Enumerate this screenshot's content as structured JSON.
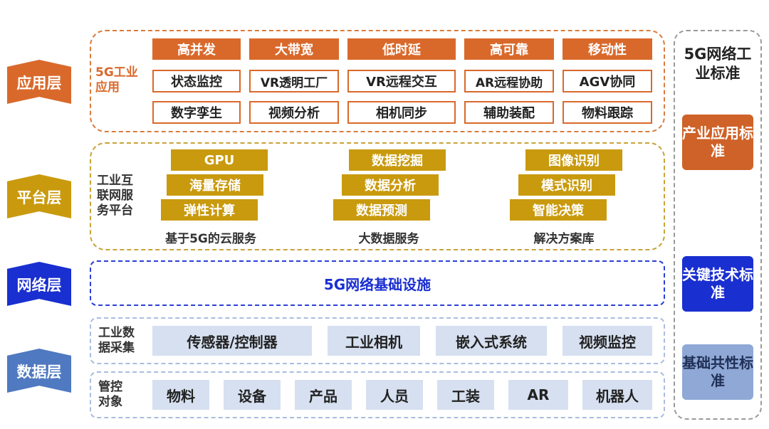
{
  "layers": {
    "app": "应用层",
    "platform": "平台层",
    "network": "网络层",
    "data": "数据层"
  },
  "app_layer": {
    "label": "5G工业应用",
    "headers": [
      "高并发",
      "大带宽",
      "低时延",
      "高可靠",
      "移动性"
    ],
    "row1": [
      "状态监控",
      "VR透明工厂",
      "VR远程交互",
      "AR远程协助",
      "AGV协同"
    ],
    "row2": [
      "数字孪生",
      "视频分析",
      "相机同步",
      "辅助装配",
      "物料跟踪"
    ]
  },
  "platform_layer": {
    "label": "工业互联网服务平台",
    "groups": [
      {
        "items": [
          "GPU",
          "海量存储",
          "弹性计算"
        ],
        "caption": "基于5G的云服务"
      },
      {
        "items": [
          "数据挖掘",
          "数据分析",
          "数据预测"
        ],
        "caption": "大数据服务"
      },
      {
        "items": [
          "图像识别",
          "模式识别",
          "智能决策"
        ],
        "caption": "解决方案库"
      }
    ]
  },
  "network_layer": {
    "text": "5G网络基础设施"
  },
  "data_layer": {
    "collect_label": "工业数据采集",
    "collect_items": [
      "传感器/控制器",
      "工业相机",
      "嵌入式系统",
      "视频监控"
    ],
    "control_label": "管控对象",
    "control_items": [
      "物料",
      "设备",
      "产品",
      "人员",
      "工装",
      "AR",
      "机器人"
    ]
  },
  "standards": {
    "title": "5G网络工业标准",
    "items": [
      "产业应用标准",
      "关键技术标准",
      "基础共性标准"
    ]
  },
  "colors": {
    "orange": "#d9692b",
    "gold": "#c99a0e",
    "blue": "#1a2fd0",
    "steel": "#4f79c0"
  }
}
